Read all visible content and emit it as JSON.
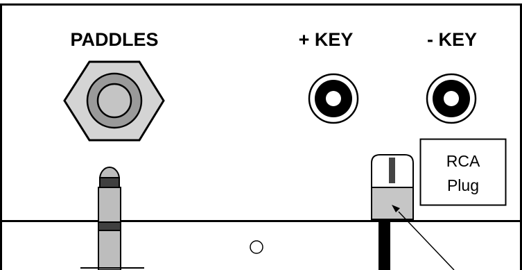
{
  "labels": {
    "paddles": "PADDLES",
    "plus_key": "+ KEY",
    "minus_key": "- KEY"
  },
  "callout": {
    "line1": "RCA",
    "line2": "Plug"
  },
  "colors": {
    "outline": "#000000",
    "background": "#ffffff",
    "nut_fill": "#d4d4d4",
    "jack_ring": "#9a9a9a",
    "plug_body": "#bdbdbd",
    "plug_band": "#404040",
    "rca_cap": "#c6c6c6"
  }
}
